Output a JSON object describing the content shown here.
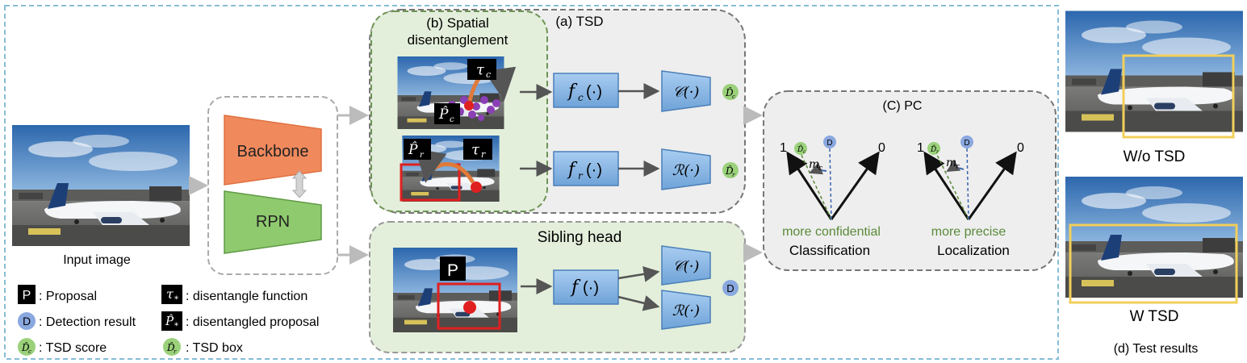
{
  "input": {
    "label": "Input image"
  },
  "backbone": {
    "label": "Backbone"
  },
  "rpn": {
    "label": "RPN"
  },
  "tsd": {
    "title": "(a) TSD"
  },
  "spatial": {
    "title_line1": "(b) Spatial",
    "title_line2": "disentanglement"
  },
  "ops": {
    "fc": "f",
    "fc_sub": "c",
    "fr": "f",
    "fr_sub": "r",
    "f": "f",
    "args": "(·)",
    "cls": "𝒞(·)",
    "reg": "ℛ(·)"
  },
  "badges": {
    "tau_c": "τ",
    "tau_c_sub": "c",
    "tau_r": "τ",
    "tau_r_sub": "r",
    "p_c": "P̂",
    "p_c_sub": "c",
    "p_r": "P̂",
    "p_r_sub": "r",
    "d_c": "D̂",
    "d_c_sub": "c",
    "d_r": "D̂",
    "d_r_sub": "r",
    "d": "D",
    "p": "P"
  },
  "sibling": {
    "title": "Sibling head"
  },
  "pc": {
    "title": "(C) PC",
    "one": "1",
    "zero": "0",
    "m_c": "m",
    "m_c_sub": "c",
    "m_r": "m",
    "m_r_sub": "r",
    "conf": "more confidential",
    "cls_label": "Classification",
    "prec": "more precise",
    "loc_label": "Localization"
  },
  "legend": {
    "proposal": ": Proposal",
    "detection": ": Detection result",
    "tsd_score": ": TSD score",
    "disentangle_fn": ": disentangle function",
    "disentangled_prop": ": disentangled proposal",
    "tsd_box": ": TSD box",
    "tau_star": "τ",
    "tau_star_sub": "*",
    "p_star": "P̂",
    "p_star_sub": "*"
  },
  "results": {
    "wo": "W/o TSD",
    "w": "W TSD",
    "caption": "(d) Test results"
  },
  "colors": {
    "orange": "#f08a5d",
    "green": "#8fca6f",
    "blue": "#7eb1e3",
    "olive": "#5a8a3a",
    "sky_top": "#2f6fb4",
    "ground": "#6b6b6b"
  },
  "icons": [
    "photo-icon",
    "airplane-icon"
  ]
}
